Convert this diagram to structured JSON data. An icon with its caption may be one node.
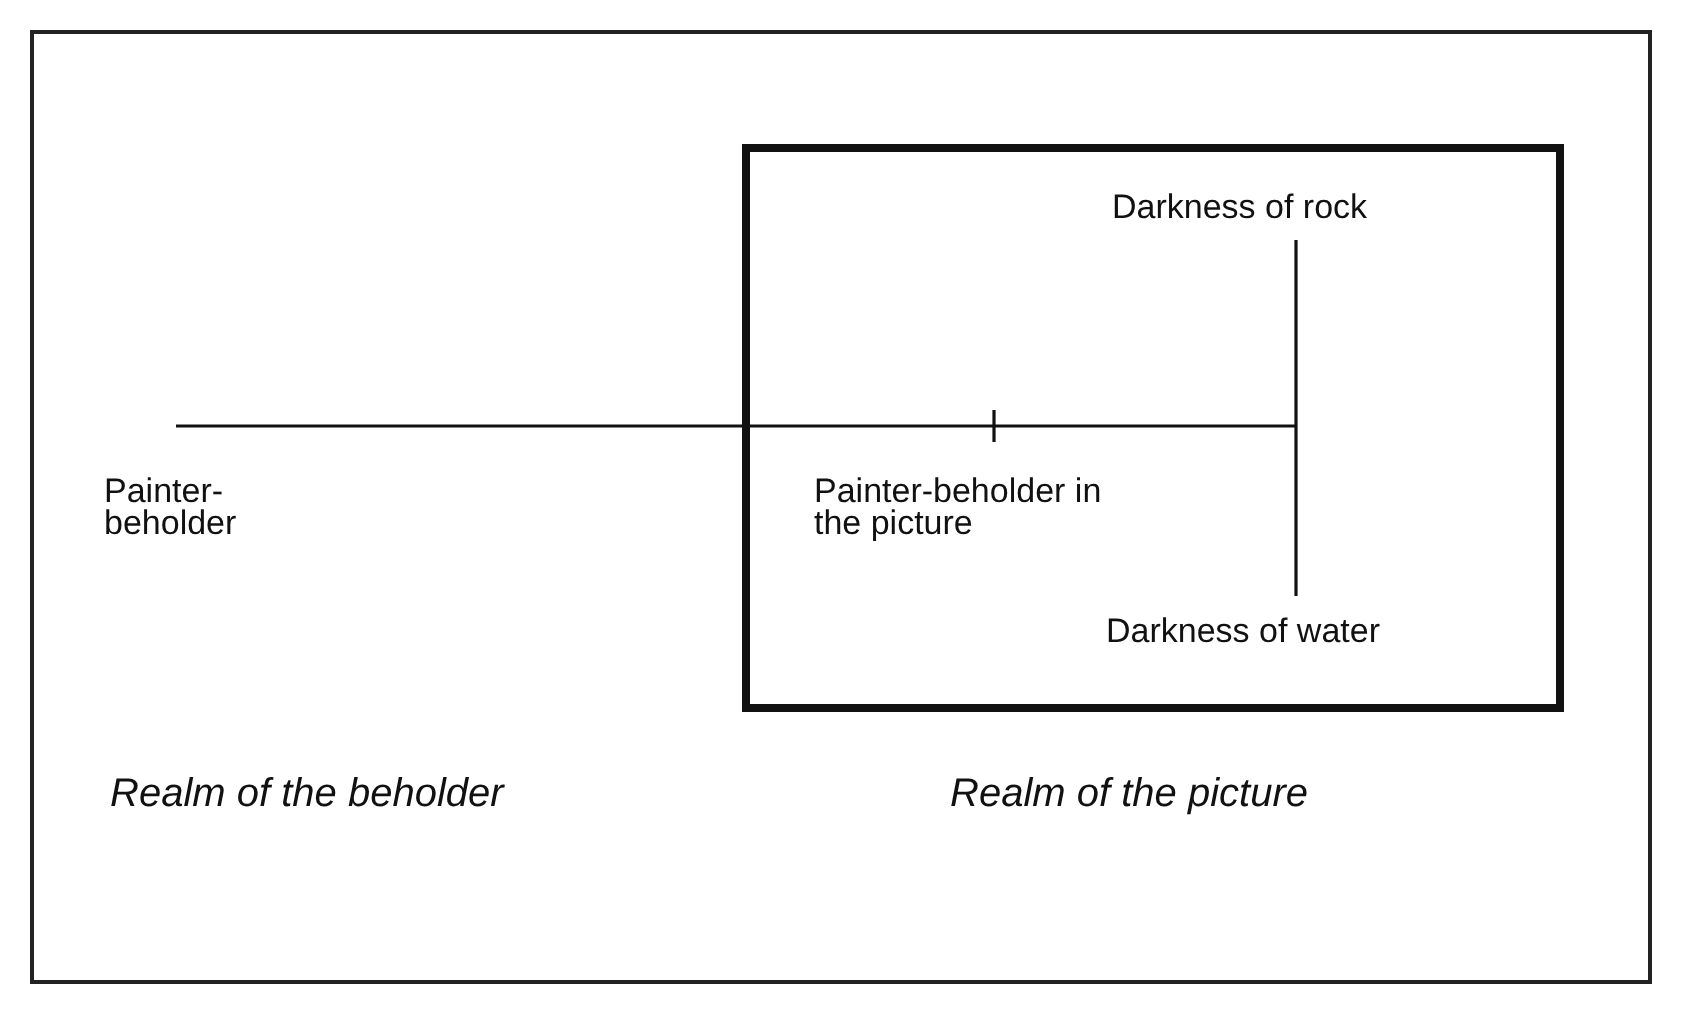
{
  "diagram": {
    "nodes": [
      {
        "text": [
          "Painter-beholder"
        ]
      },
      {
        "text": [],
        "shape": "box"
      },
      {
        "text": [
          "Darkness of rock"
        ],
        "in": 1
      },
      {
        "text": [
          "Painter-beholder in the picture"
        ],
        "in": 1
      },
      {
        "text": [
          "Darkness of water"
        ],
        "in": 1
      }
    ],
    "edges": [
      {
        "from": 0,
        "to": 3,
        "arrow": "none"
      },
      {
        "from": 3,
        "to": null,
        "arrow": "none"
      },
      {
        "from": 2,
        "to": 4,
        "arrow": "none"
      }
    ],
    "labels": [
      "Realm of the beholder",
      "Realm of the picture"
    ]
  }
}
